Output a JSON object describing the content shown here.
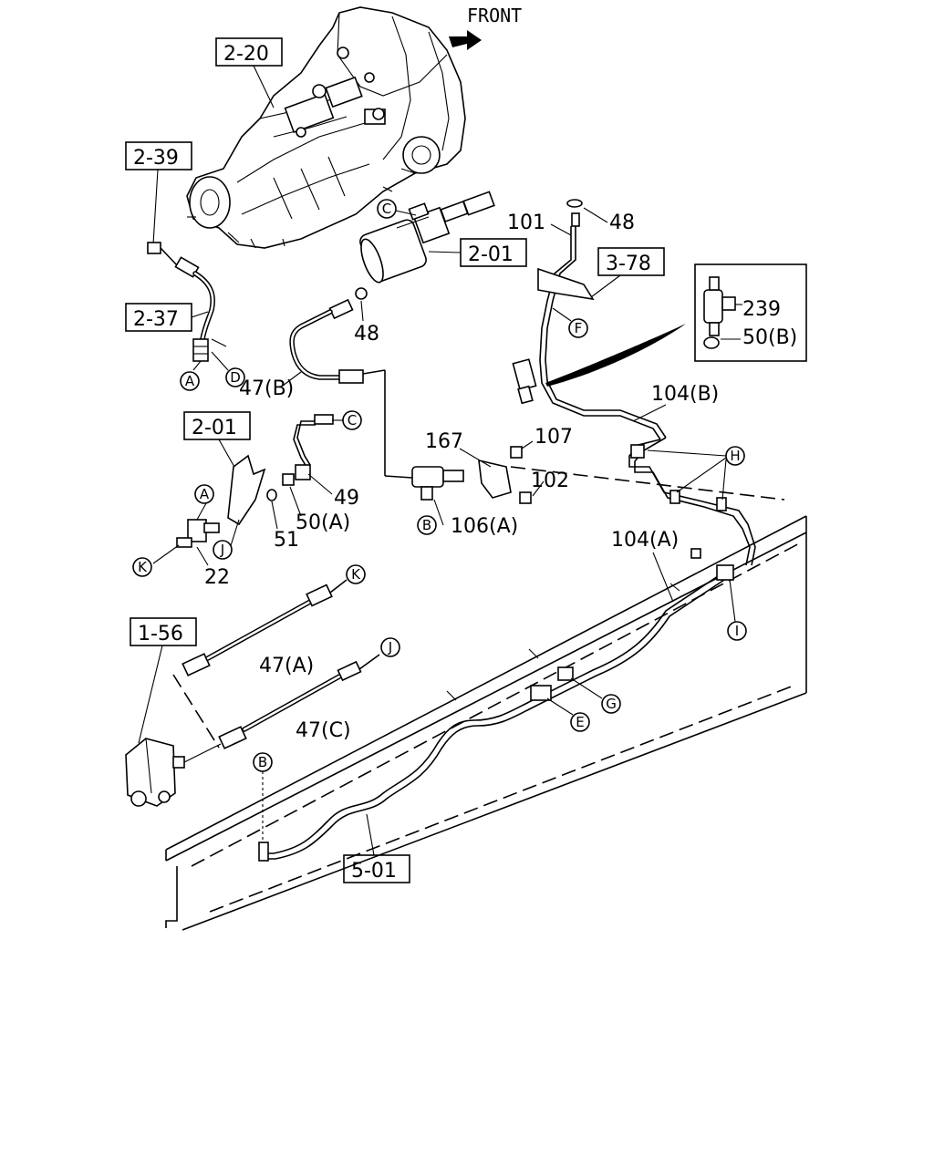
{
  "front_label": "FRONT",
  "references": {
    "ref_2_20": "2-20",
    "ref_2_39": "2-39",
    "ref_2_37": "2-37",
    "ref_2_01_a": "2-01",
    "ref_2_01_b": "2-01",
    "ref_3_78": "3-78",
    "ref_1_56": "1-56",
    "ref_5_01": "5-01"
  },
  "part_numbers": {
    "p101": "101",
    "p48_top": "48",
    "p48_mid": "48",
    "p47b": "47(B)",
    "p239": "239",
    "p50b": "50(B)",
    "p104b": "104(B)",
    "p167": "167",
    "p107": "107",
    "p102": "102",
    "p106a": "106(A)",
    "p49": "49",
    "p50a": "50(A)",
    "p51": "51",
    "p22": "22",
    "p104a": "104(A)",
    "p47a": "47(A)",
    "p47c": "47(C)"
  },
  "connectors": {
    "c_top": "C",
    "d": "D",
    "a_top": "A",
    "f": "F",
    "c_mid": "C",
    "h": "H",
    "a_mid": "A",
    "b_mid": "B",
    "j_mid": "J",
    "k_mid": "K",
    "k_low": "K",
    "j_low": "J",
    "i": "I",
    "g": "G",
    "e": "E",
    "b_low": "B"
  }
}
